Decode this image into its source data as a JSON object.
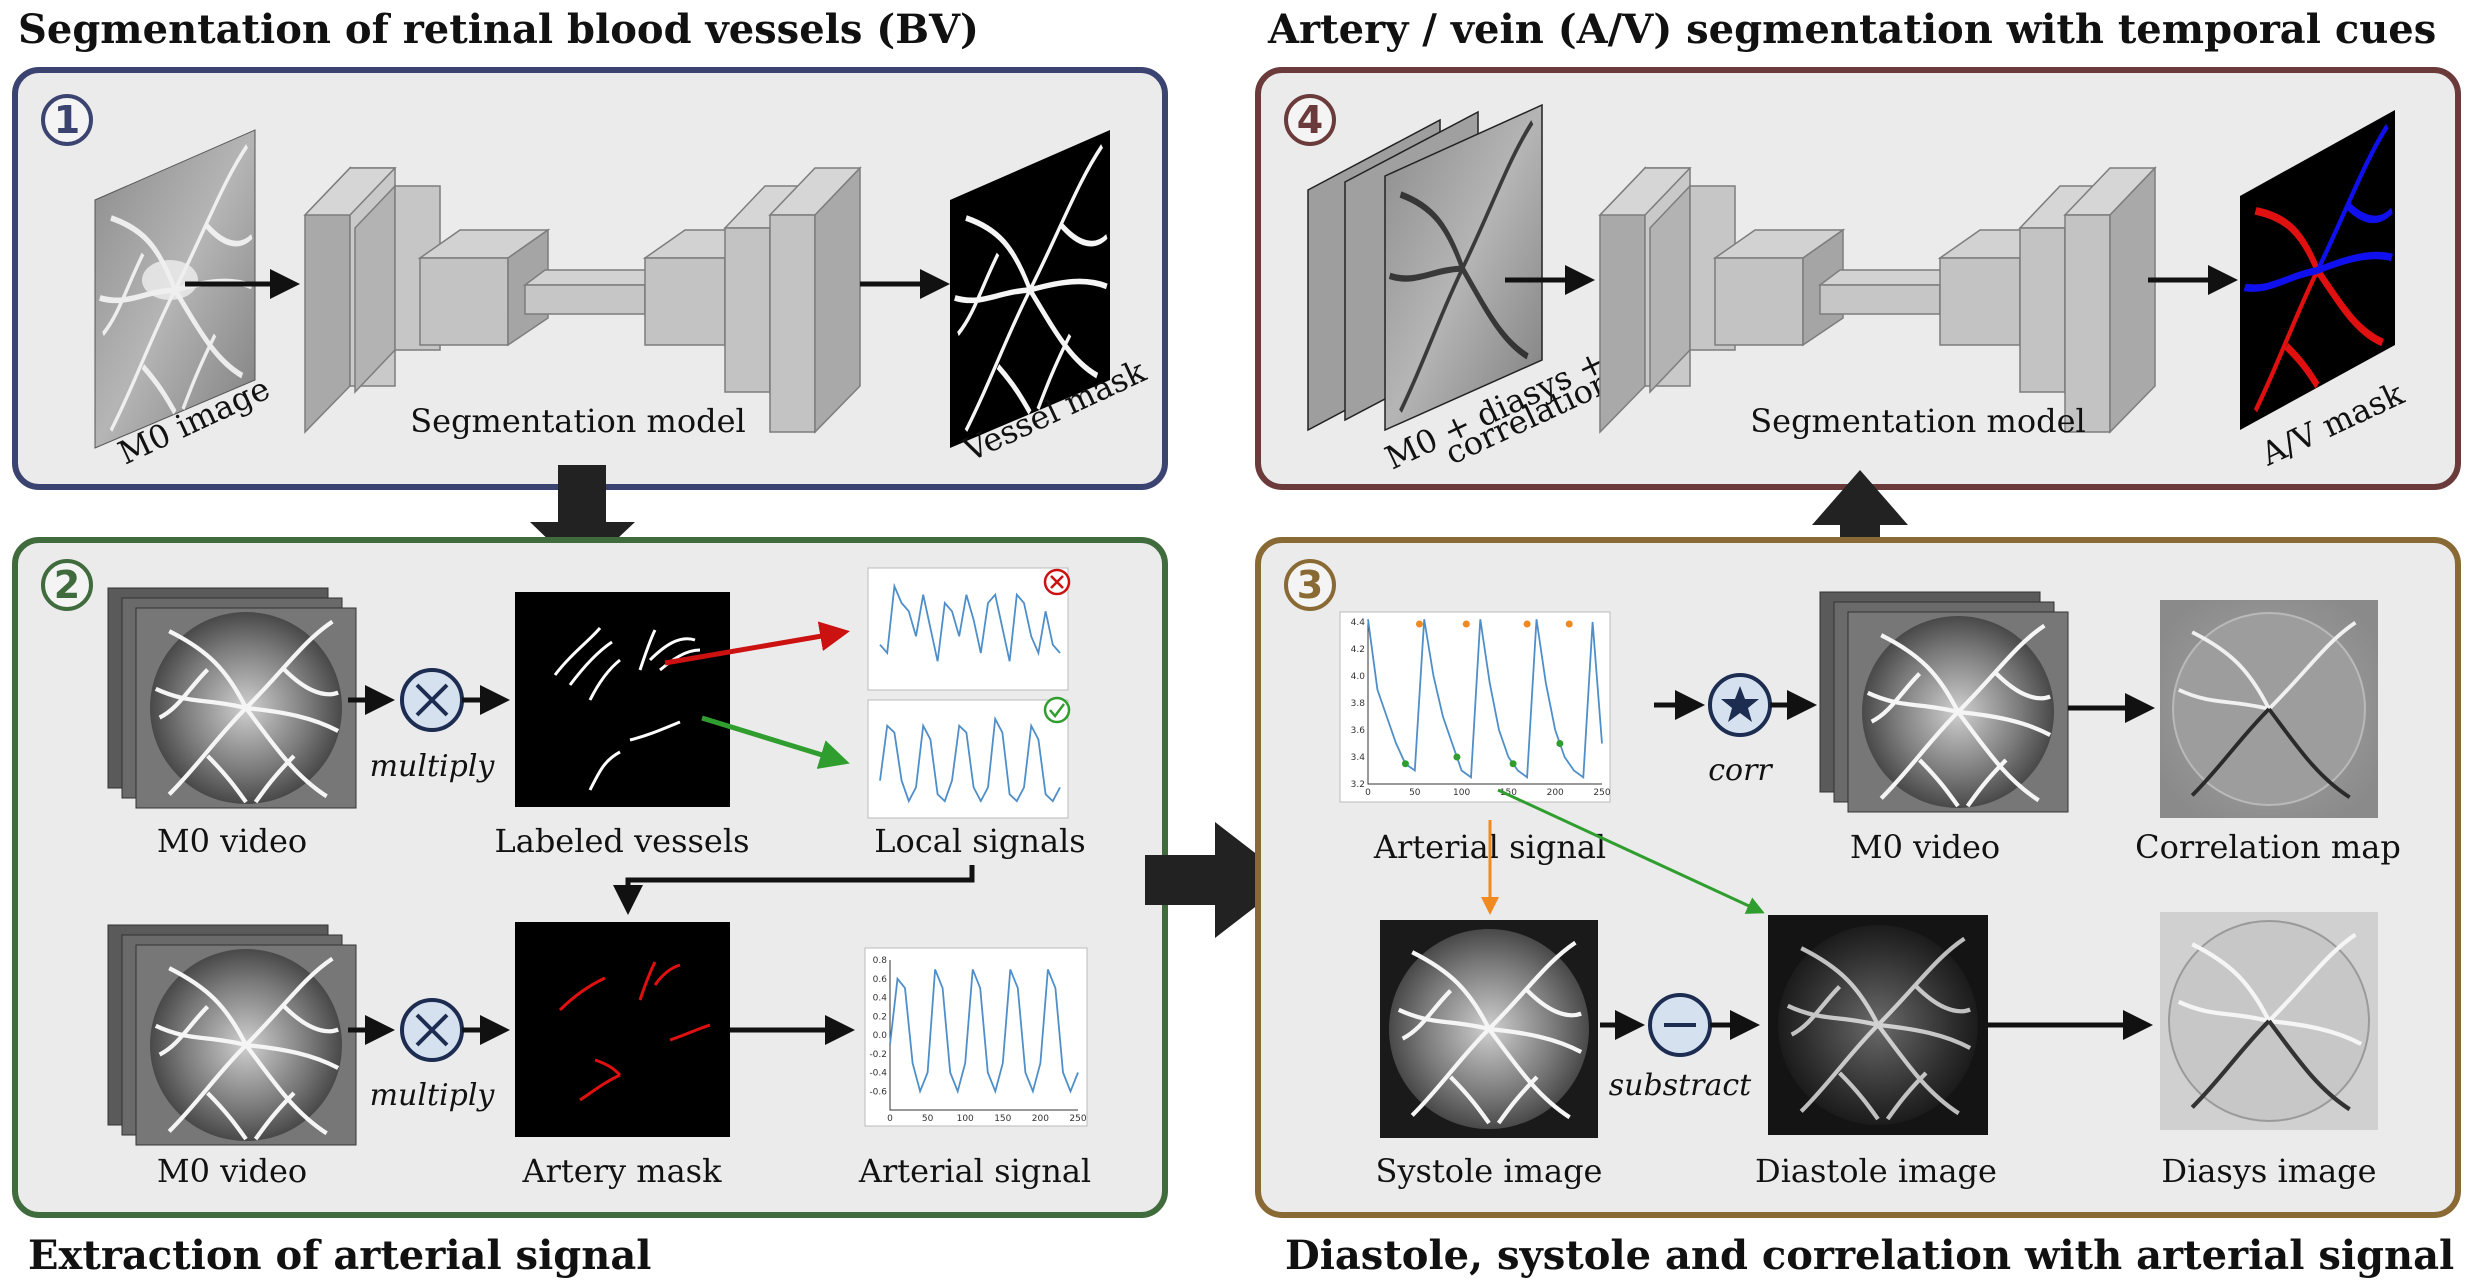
{
  "titles": {
    "bv": "Segmentation of retinal blood vessels (BV)",
    "av": "Artery / vein (A/V) segmentation with temporal cues",
    "extraction": "Extraction of arterial signal",
    "diastole": "Diastole, systole and correlation with arterial signal"
  },
  "panels": {
    "p1": {
      "number": "1",
      "input_label": "M0 image",
      "model_label": "Segmentation model",
      "output_label": "Vessel mask"
    },
    "p2": {
      "number": "2",
      "video1_label": "M0 video",
      "op1_label": "multiply",
      "labeled_label": "Labeled vessels",
      "local_label": "Local signals",
      "video2_label": "M0 video",
      "op2_label": "multiply",
      "artery_label": "Artery mask",
      "arterial_label": "Arterial signal"
    },
    "p3": {
      "number": "3",
      "arterial_label": "Arterial signal",
      "corr_label": "corr",
      "video_label": "M0 video",
      "corrmap_label": "Correlation map",
      "systole_label": "Systole image",
      "sub_label": "substract",
      "diastole_label": "Diastole image",
      "diasys_label": "Diasys image"
    },
    "p4": {
      "number": "4",
      "input_label_line1": "M0 + diasys +",
      "input_label_line2": "correlation",
      "model_label": "Segmentation model",
      "output_label": "A/V mask"
    }
  },
  "colors": {
    "panel_bg": "#ebebeb",
    "p1_border": "#3b4470",
    "p2_border": "#3f6b3d",
    "p3_border": "#8a6a34",
    "p4_border": "#6b3a3a",
    "block": "#bdbdbd",
    "block_dark": "#8f8f8f",
    "arrow": "#111111",
    "artery": "#e01010",
    "vein": "#1010ee",
    "signal": "#4f8fc9",
    "reject": "#cc1111",
    "accept": "#2f9e2f",
    "orange": "#f08a20",
    "op_fill": "#d6e1ef",
    "op_stroke": "#1d2d52"
  },
  "chart_data": [
    {
      "type": "line",
      "name": "Local signal (rejected)",
      "xlim": [
        0,
        250
      ],
      "ylim": [
        4.0,
        5.2
      ],
      "x": [
        0,
        10,
        20,
        30,
        40,
        50,
        60,
        70,
        80,
        90,
        100,
        110,
        120,
        130,
        140,
        150,
        160,
        170,
        180,
        190,
        200,
        210,
        220,
        230,
        240,
        250
      ],
      "values": [
        4.4,
        4.3,
        5.1,
        4.9,
        4.8,
        4.5,
        5.0,
        4.6,
        4.2,
        4.9,
        4.8,
        4.5,
        5.0,
        4.7,
        4.3,
        4.9,
        5.0,
        4.6,
        4.2,
        5.0,
        4.9,
        4.5,
        4.3,
        4.8,
        4.4,
        4.3
      ]
    },
    {
      "type": "line",
      "name": "Local signal (accepted)",
      "xlim": [
        0,
        250
      ],
      "ylim": [
        3.2,
        4.6
      ],
      "x": [
        0,
        10,
        20,
        30,
        40,
        50,
        60,
        70,
        80,
        90,
        100,
        110,
        120,
        130,
        140,
        150,
        160,
        170,
        180,
        190,
        200,
        210,
        220,
        230,
        240,
        250
      ],
      "values": [
        3.6,
        4.4,
        4.3,
        3.6,
        3.3,
        3.5,
        4.4,
        4.2,
        3.4,
        3.3,
        3.6,
        4.4,
        4.3,
        3.5,
        3.3,
        3.5,
        4.5,
        4.3,
        3.4,
        3.3,
        3.5,
        4.4,
        4.2,
        3.4,
        3.3,
        3.5
      ]
    },
    {
      "type": "line",
      "name": "Arterial signal",
      "xlim": [
        0,
        250
      ],
      "ylim": [
        -0.8,
        0.8
      ],
      "xticks": [
        0,
        50,
        100,
        150,
        200,
        250
      ],
      "yticks": [
        -0.6,
        -0.4,
        -0.2,
        0.0,
        0.2,
        0.4,
        0.6,
        0.8
      ],
      "x": [
        0,
        10,
        20,
        30,
        40,
        50,
        60,
        70,
        80,
        90,
        100,
        110,
        120,
        130,
        140,
        150,
        160,
        170,
        180,
        190,
        200,
        210,
        220,
        230,
        240,
        250
      ],
      "values": [
        -0.1,
        0.6,
        0.5,
        -0.3,
        -0.6,
        -0.4,
        0.7,
        0.5,
        -0.4,
        -0.6,
        -0.3,
        0.7,
        0.5,
        -0.4,
        -0.6,
        -0.3,
        0.7,
        0.5,
        -0.4,
        -0.6,
        -0.3,
        0.7,
        0.5,
        -0.4,
        -0.6,
        -0.4
      ]
    },
    {
      "type": "line",
      "name": "Arterial signal (panel 3)",
      "xlim": [
        0,
        250
      ],
      "ylim": [
        3.2,
        4.4
      ],
      "xticks": [
        0,
        50,
        100,
        150,
        200,
        250
      ],
      "yticks": [
        3.2,
        3.4,
        3.6,
        3.8,
        4.0,
        4.2,
        4.4
      ],
      "x": [
        0,
        10,
        20,
        30,
        40,
        50,
        60,
        70,
        80,
        90,
        100,
        110,
        120,
        130,
        140,
        150,
        160,
        170,
        180,
        190,
        200,
        210,
        220,
        230,
        240,
        250
      ],
      "values": [
        4.42,
        3.9,
        3.7,
        3.5,
        3.35,
        3.3,
        4.42,
        4.0,
        3.7,
        3.5,
        3.3,
        3.25,
        4.42,
        3.95,
        3.6,
        3.4,
        3.3,
        3.25,
        4.42,
        3.95,
        3.6,
        3.4,
        3.3,
        3.25,
        4.4,
        3.5
      ],
      "systole_x": [
        55,
        105,
        170,
        215
      ],
      "diastole_x": [
        40,
        95,
        155,
        205
      ]
    }
  ]
}
